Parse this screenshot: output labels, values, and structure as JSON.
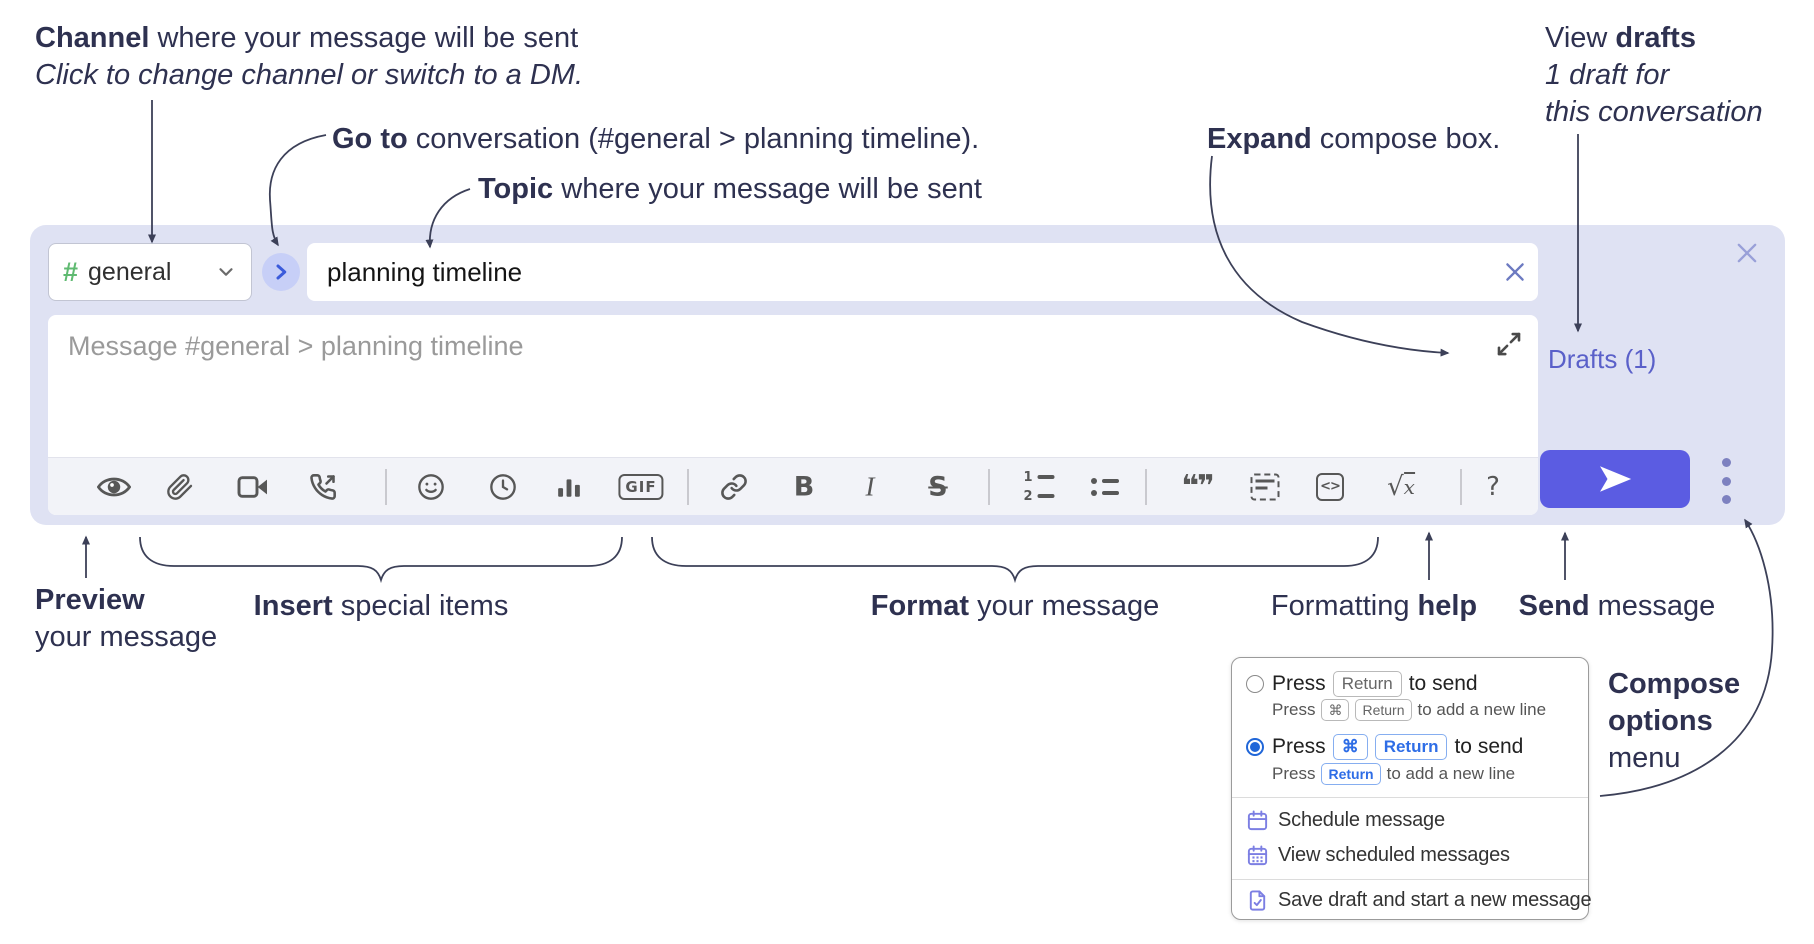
{
  "annotations": {
    "channel": {
      "bold": "Channel",
      "rest": " where your message will be sent",
      "line2": "Click to change channel or switch to a DM."
    },
    "goto": {
      "bold": "Go to",
      "rest": " conversation (#general > planning timeline)."
    },
    "topic": {
      "bold": "Topic",
      "rest": " where your message will be sent"
    },
    "expand": {
      "bold": "Expand",
      "rest": " compose box."
    },
    "view_drafts": {
      "pre": "View ",
      "bold": "drafts",
      "line2": "1 draft for",
      "line3": "this conversation"
    },
    "preview": {
      "bold": "Preview",
      "line2": "your message"
    },
    "insert": {
      "bold": "Insert",
      "rest": " special items"
    },
    "format": {
      "bold": "Format",
      "rest": " your message"
    },
    "formatting_help": {
      "pre": "Formatting ",
      "bold": "help"
    },
    "send": {
      "bold": "Send",
      "rest": " message"
    },
    "compose_options": {
      "line1": "Compose",
      "line2": "options",
      "line3": "menu"
    }
  },
  "compose": {
    "channel": {
      "hash": "#",
      "name": "general"
    },
    "topic": {
      "value": "planning timeline"
    },
    "message": {
      "placeholder": "Message #general > planning timeline"
    },
    "drafts_link": "Drafts (1)",
    "toolbar": {
      "gif": "GIF",
      "bold": "B",
      "italic": "I",
      "strike": "S",
      "ol1": "1",
      "ol2": "2",
      "quote_glyph": "❝❞",
      "code_glyph": "<>",
      "sqrt_glyph": "√",
      "math_radicand": "x",
      "help": "?"
    },
    "icon_names": [
      "preview-eye",
      "attach-paperclip",
      "video-call",
      "voice-call",
      "emoji-smiley",
      "schedule-clock",
      "poll-chart",
      "gif",
      "link",
      "bold",
      "italic",
      "strikethrough",
      "numbered-list",
      "bulleted-list",
      "quote",
      "spoiler",
      "code",
      "math",
      "help"
    ]
  },
  "options_menu": {
    "option1": {
      "press": "Press",
      "key": "Return",
      "after": "to send",
      "sub_press": "Press",
      "sub_key1": "⌘",
      "sub_key2": "Return",
      "sub_after": "to add a new line"
    },
    "option2": {
      "press": "Press",
      "key1": "⌘",
      "key2": "Return",
      "after": "to send",
      "sub_press": "Press",
      "sub_key": "Return",
      "sub_after": "to add a new line"
    },
    "items": [
      {
        "icon": "calendar-icon",
        "label": "Schedule message"
      },
      {
        "icon": "calendar-days-icon",
        "label": "View scheduled messages"
      },
      {
        "icon": "save-draft-icon",
        "label": "Save draft and start a new message"
      }
    ]
  },
  "colors": {
    "compose_bg": "#dfe2f3",
    "send_button": "#5b5ce2",
    "drafts_link": "#5a60c9",
    "channel_hash": "#5fba71",
    "go_circle": "#c7cff7",
    "go_chevron": "#3b5bdb",
    "menu_icon": "#7c7fe3",
    "kbd_selected": "#2e6de6",
    "radio_selected": "#2066d8",
    "annotation_text": "#2e3150",
    "toolbar_icon": "#575757"
  }
}
